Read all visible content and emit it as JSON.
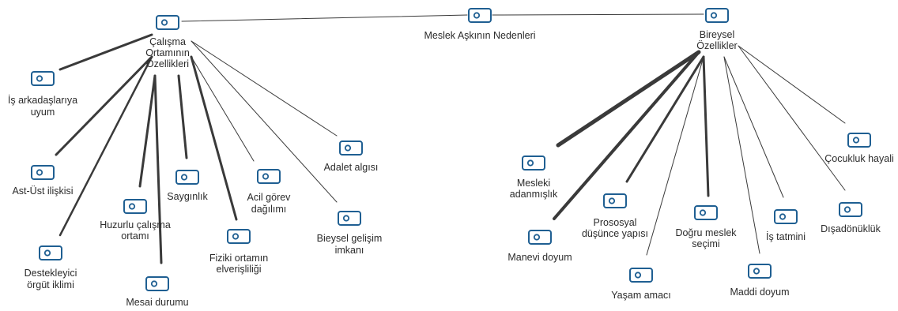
{
  "diagram": {
    "colors": {
      "edge": "#3a3a3a",
      "node_stroke": "#1f5f92",
      "node_fill": "#ffffff",
      "text": "#2b2b2b"
    },
    "icon": "document-code-icon",
    "nodes": [
      {
        "id": "root",
        "lines": [
          "Meslek Aşkının Nedenleri"
        ]
      },
      {
        "id": "calisma",
        "lines": [
          "Çalışma",
          "Ortamının",
          "Özellikleri"
        ]
      },
      {
        "id": "bireysel",
        "lines": [
          "Bireysel",
          "Özellikler"
        ]
      },
      {
        "id": "is-ark",
        "lines": [
          "İş arkadaşlarıya",
          "uyum"
        ]
      },
      {
        "id": "ast-ust",
        "lines": [
          "Ast-Üst ilişkisi"
        ]
      },
      {
        "id": "destekleyici",
        "lines": [
          "Destekleyici",
          "örgüt iklimi"
        ]
      },
      {
        "id": "huzurlu",
        "lines": [
          "Huzurlu çalışma",
          "ortamı"
        ]
      },
      {
        "id": "mesai",
        "lines": [
          "Mesai durumu"
        ]
      },
      {
        "id": "saygi",
        "lines": [
          "Saygınlık"
        ]
      },
      {
        "id": "fiziki",
        "lines": [
          "Fiziki ortamın",
          "elverişliliği"
        ]
      },
      {
        "id": "acil",
        "lines": [
          "Acil görev",
          "dağılımı"
        ]
      },
      {
        "id": "adalet",
        "lines": [
          "Adalet algısı"
        ]
      },
      {
        "id": "bieysel",
        "lines": [
          "Bieysel gelişim",
          "imkanı"
        ]
      },
      {
        "id": "mesleki",
        "lines": [
          "Mesleki",
          "adanmışlık"
        ]
      },
      {
        "id": "manevi",
        "lines": [
          "Manevi doyum"
        ]
      },
      {
        "id": "prososyal",
        "lines": [
          "Prososyal",
          "düşünce yapısı"
        ]
      },
      {
        "id": "yasam",
        "lines": [
          "Yaşam amacı"
        ]
      },
      {
        "id": "dogru",
        "lines": [
          "Doğru meslek",
          "seçimi"
        ]
      },
      {
        "id": "maddi",
        "lines": [
          "Maddi doyum"
        ]
      },
      {
        "id": "is-tatmini",
        "lines": [
          "İş tatmini"
        ]
      },
      {
        "id": "disadonukluk",
        "lines": [
          "Dışadönüklük"
        ]
      },
      {
        "id": "cocukluk",
        "lines": [
          "Çocukluk hayali"
        ]
      }
    ],
    "edges": [
      {
        "from": "root",
        "to": "calisma",
        "weight": 1
      },
      {
        "from": "root",
        "to": "bireysel",
        "weight": 1
      },
      {
        "from": "calisma",
        "to": "is-ark",
        "weight": 3
      },
      {
        "from": "calisma",
        "to": "ast-ust",
        "weight": 3
      },
      {
        "from": "calisma",
        "to": "destekleyici",
        "weight": 2
      },
      {
        "from": "calisma",
        "to": "huzurlu",
        "weight": 3
      },
      {
        "from": "calisma",
        "to": "mesai",
        "weight": 3
      },
      {
        "from": "calisma",
        "to": "saygi",
        "weight": 3
      },
      {
        "from": "calisma",
        "to": "fiziki",
        "weight": 3
      },
      {
        "from": "calisma",
        "to": "acil",
        "weight": 1
      },
      {
        "from": "calisma",
        "to": "adalet",
        "weight": 1
      },
      {
        "from": "calisma",
        "to": "bieysel",
        "weight": 1
      },
      {
        "from": "bireysel",
        "to": "mesleki",
        "weight": 5
      },
      {
        "from": "bireysel",
        "to": "manevi",
        "weight": 4
      },
      {
        "from": "bireysel",
        "to": "prososyal",
        "weight": 3
      },
      {
        "from": "bireysel",
        "to": "yasam",
        "weight": 1
      },
      {
        "from": "bireysel",
        "to": "dogru",
        "weight": 3
      },
      {
        "from": "bireysel",
        "to": "maddi",
        "weight": 1
      },
      {
        "from": "bireysel",
        "to": "is-tatmini",
        "weight": 1
      },
      {
        "from": "bireysel",
        "to": "disadonukluk",
        "weight": 1
      },
      {
        "from": "bireysel",
        "to": "cocukluk",
        "weight": 1
      }
    ]
  }
}
